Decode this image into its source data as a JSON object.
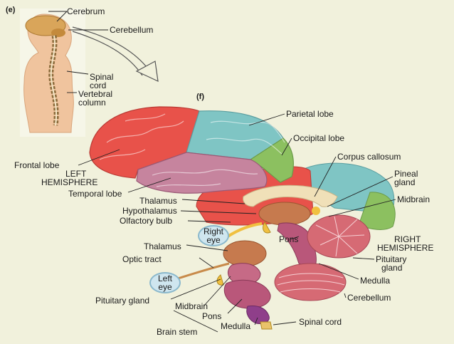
{
  "panels": {
    "e": "(e)",
    "f": "(f)"
  },
  "body_labels": {
    "cerebrum": "Cerebrum",
    "cerebellum": "Cerebellum",
    "spinal_cord": [
      "Spinal",
      "cord"
    ],
    "vertebral_column": [
      "Vertebral",
      "column"
    ]
  },
  "brain_labels": {
    "parietal_lobe": "Parietal lobe",
    "occipital_lobe": "Occipital lobe",
    "corpus_callosum": "Corpus callosum",
    "pineal_gland": [
      "Pineal",
      "gland"
    ],
    "midbrain_right": "Midbrain",
    "frontal_lobe": "Frontal lobe",
    "left_hemisphere": [
      "LEFT",
      "HEMISPHERE"
    ],
    "temporal_lobe": "Temporal lobe",
    "thalamus_top": "Thalamus",
    "hypothalamus": "Hypothalamus",
    "olfactory_bulb": "Olfactory bulb",
    "right_eye": [
      "Right",
      "eye"
    ],
    "pons_top": "Pons",
    "right_hemisphere": [
      "RIGHT",
      "HEMISPHERE"
    ],
    "pituitary_gland_right": [
      "Pituitary",
      "gland"
    ],
    "thalamus_bottom": "Thalamus",
    "optic_tract": "Optic tract",
    "medulla_right": "Medulla",
    "left_eye": [
      "Left",
      "eye"
    ],
    "cerebellum_bottom": "Cerebellum",
    "pituitary_gland_left": "Pituitary gland",
    "midbrain_bottom": "Midbrain",
    "pons_bottom": "Pons",
    "medulla_bottom": "Medulla",
    "spinal_cord_bottom": "Spinal cord",
    "brain_stem": "Brain stem"
  },
  "colors": {
    "background": "#f1f1dc",
    "frontal": "#e8524a",
    "parietal": "#7fc5c4",
    "temporal": "#c6849e",
    "occipital": "#8cc060",
    "corpus_callosum": "#f0e0b8",
    "cerebellum": "#d66a74",
    "brainstem": "#b9577a",
    "thalamus": "#c67a4e",
    "eye": "#cfe6ef",
    "leader": "#222222"
  }
}
